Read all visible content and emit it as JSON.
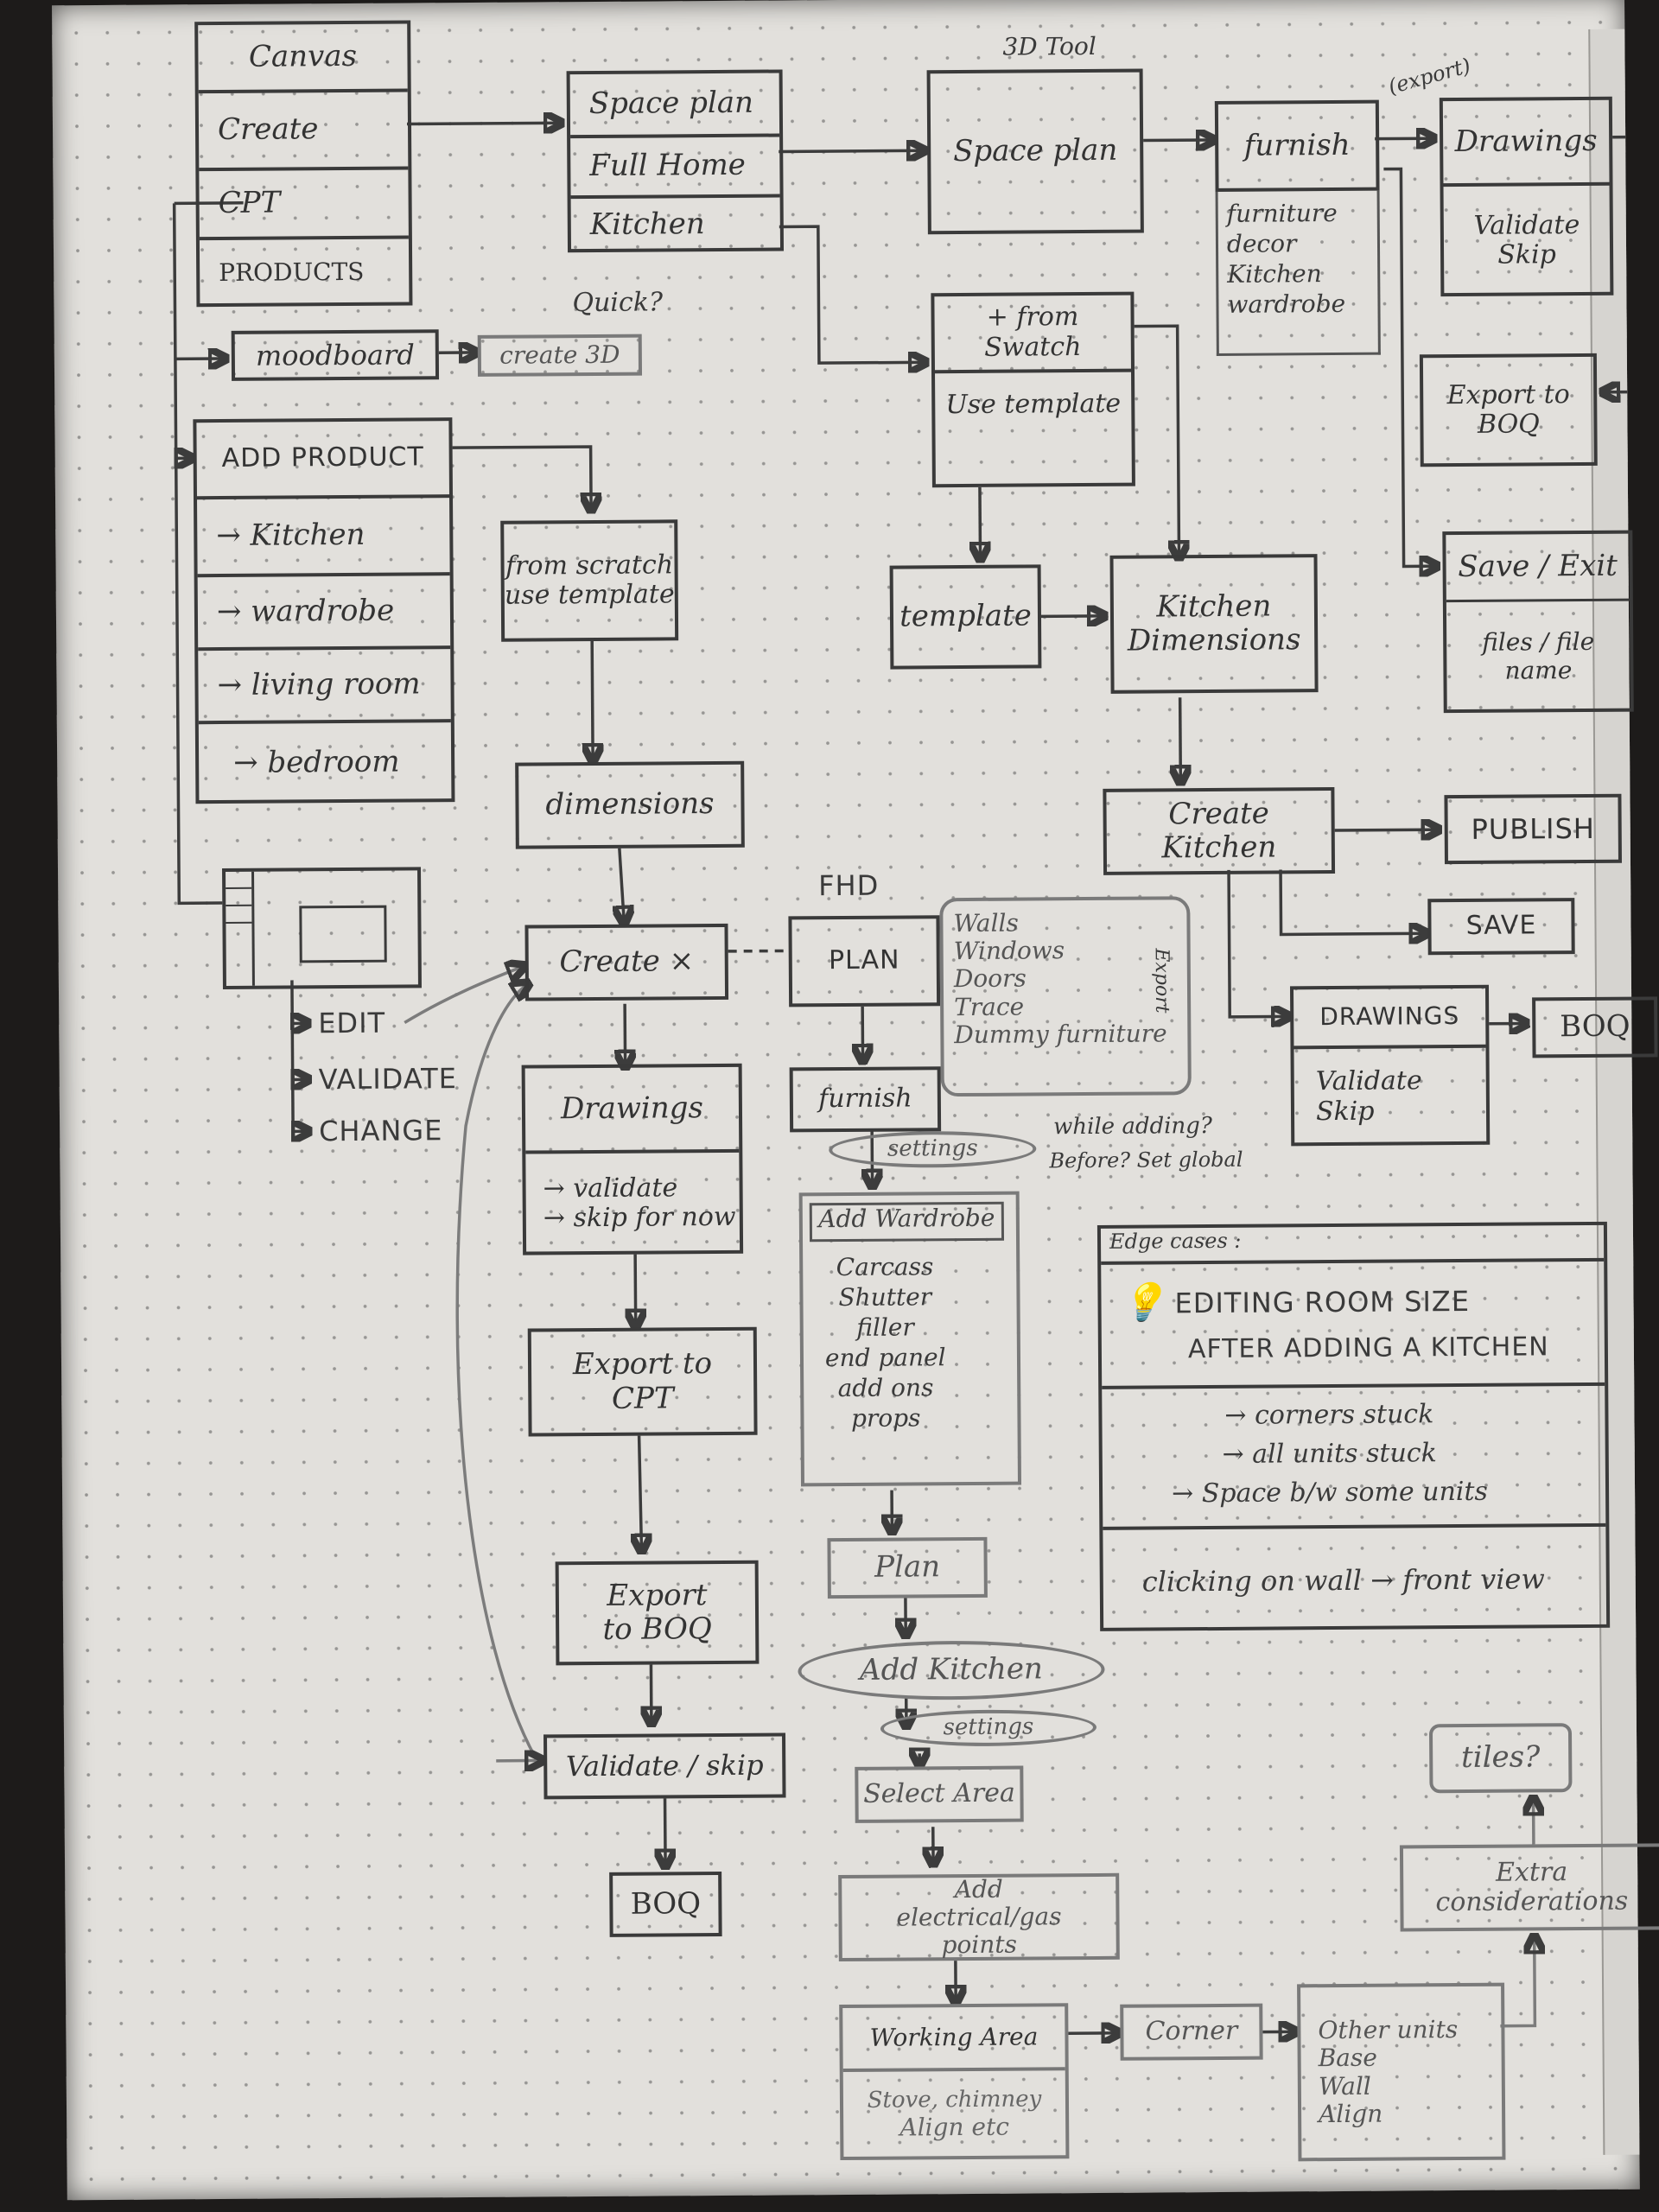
{
  "sidebar_menu": [
    "Canvas",
    "Create",
    "CPT",
    "PRODUCTS"
  ],
  "create_menu": [
    "Space plan",
    "Full Home",
    "Kitchen"
  ],
  "quick_note": "Quick?",
  "tool_label": "3D Tool",
  "spaceplan_box": "Space plan",
  "furnish_box": {
    "title": "furnish",
    "items": [
      "furniture",
      "decor",
      "Kitchen",
      "wardrobe"
    ]
  },
  "export_label": "(export)",
  "drawings_top": {
    "title": "Drawings",
    "items": [
      "Validate",
      "Skip"
    ]
  },
  "export_boq_top": "Export to BOQ",
  "save_exit": {
    "title": "Save / Exit",
    "sub": "files / file name"
  },
  "floor_box": [
    "+ from Swatch",
    "Use template"
  ],
  "template_box": "template",
  "kitchen_dims": "Kitchen Dimensions",
  "create_kitchen": "Create Kitchen",
  "publish": "PUBLISH",
  "save_box": "SAVE",
  "export_vertical": "Export",
  "drawings_mid": {
    "title": "DRAWINGS",
    "items": [
      "Validate",
      "Skip"
    ]
  },
  "boq_mid": "BOQ",
  "moodboard": "moodboard",
  "create_3d": "create 3D",
  "add_product": {
    "title": "ADD PRODUCT",
    "items": [
      "→ Kitchen",
      "→ wardrobe",
      "→ living room",
      "→ bedroom"
    ]
  },
  "from_scratch": [
    "from scratch",
    "use template"
  ],
  "dimensions": "dimensions",
  "create_x": "Create ×",
  "thumb_actions": [
    "EDIT",
    "VALIDATE",
    "CHANGE"
  ],
  "drawings_left": {
    "title": "Drawings",
    "items": [
      "→ validate",
      "→ skip for now"
    ]
  },
  "export_cpt": "Export to CPT",
  "export_boq_left": "Export to BOQ",
  "validate_skip": "Validate / skip",
  "boq_bottom": "BOQ",
  "fhd_label": "FHD",
  "plan_box": "PLAN",
  "plan_items": [
    "Walls",
    "Windows",
    "Doors",
    "Trace",
    "Dummy furniture"
  ],
  "furnish_small": "furnish",
  "settings_top": "settings",
  "settings_note": [
    "while adding?",
    "Before? Set global"
  ],
  "add_wardrobe": {
    "title": "Add Wardrobe",
    "items": [
      "Carcass",
      "Shutter",
      "filler",
      "end panel",
      "add ons",
      "props"
    ]
  },
  "plan_lower": "Plan",
  "add_kitchen": "Add Kitchen",
  "settings_lower": "settings",
  "select_area": "Select Area",
  "add_points": "Add electrical/gas points",
  "working_area": {
    "title": "Working Area",
    "items": [
      "Stove, chimney",
      "Align etc"
    ]
  },
  "corner": "Corner",
  "other_units": [
    "Other units",
    "Base",
    "Wall",
    "Align"
  ],
  "edge_cases": {
    "label": "Edge cases :",
    "headline": [
      "EDITING ROOM SIZE",
      "AFTER ADDING A KITCHEN"
    ],
    "bullets": [
      "→ corners stuck",
      "→ all units stuck",
      "→ Space b/w some units"
    ],
    "footer": "clicking on wall → front view"
  },
  "tiles": "tiles?",
  "extra_considerations": "Extra considerations"
}
